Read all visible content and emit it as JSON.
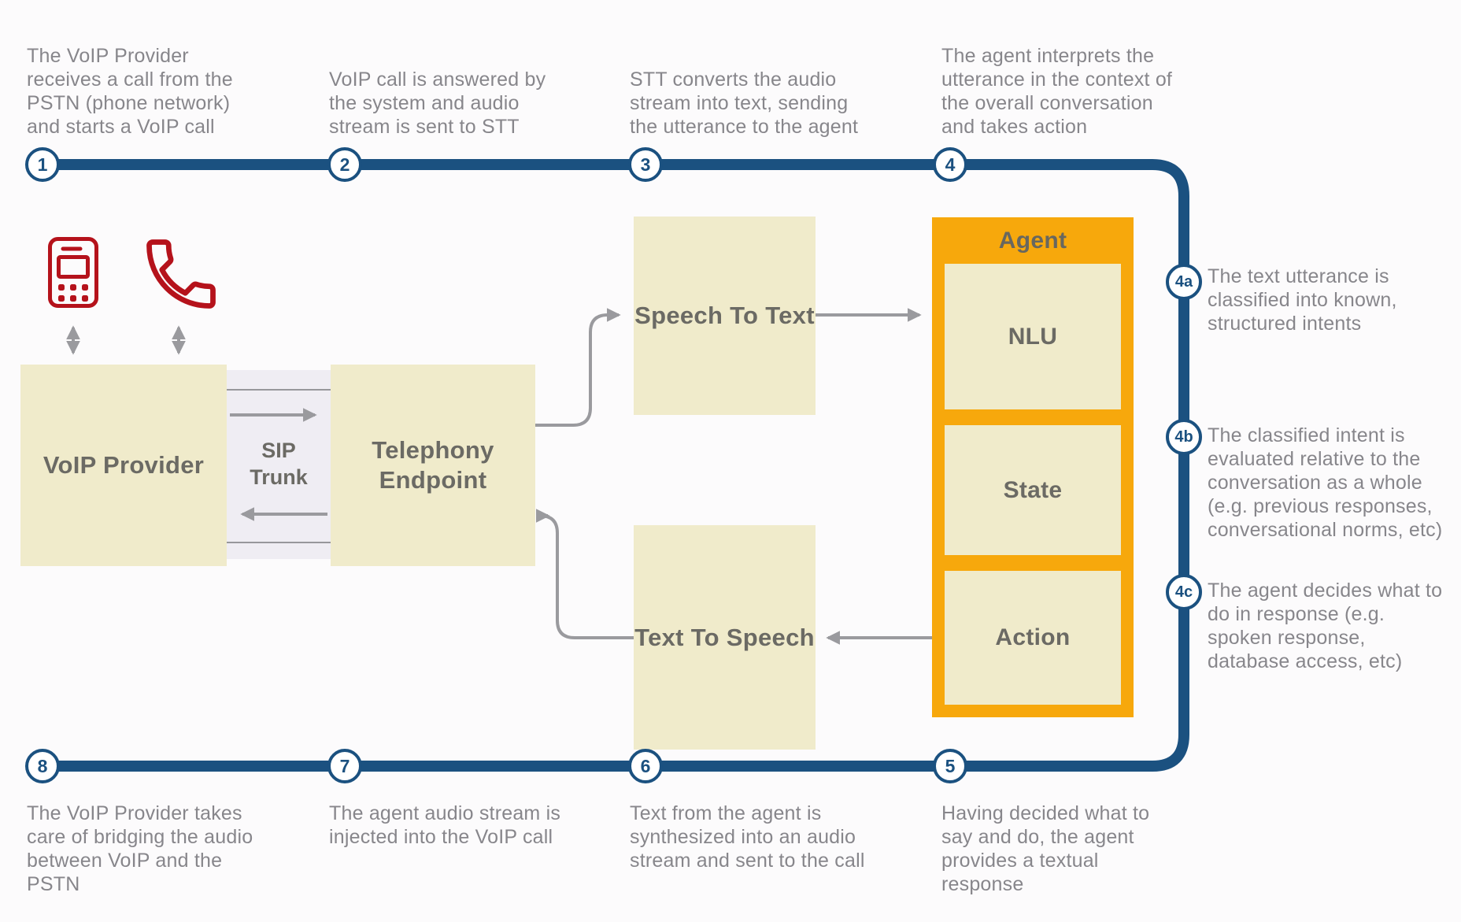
{
  "palette": {
    "navy": "#1b5180",
    "orange": "#f7a80c",
    "beige": "#f0ebcb",
    "band_gray": "#efedf3",
    "connector_gray": "#9a9a9e",
    "text_gray": "#87868b",
    "label_gray": "#6b6a64",
    "icon_red": "#b5121b"
  },
  "top_steps": [
    {
      "num": "1",
      "desc": "The VoIP Provider\nreceives a call from the\nPSTN (phone network)\nand starts a VoIP call"
    },
    {
      "num": "2",
      "desc": "VoIP call is answered by\nthe system and audio\nstream is sent to STT"
    },
    {
      "num": "3",
      "desc": "STT converts the audio\nstream into text, sending\nthe utterance to the agent"
    },
    {
      "num": "4",
      "desc": "The agent interprets the\nutterance in the context of\nthe overall conversation\nand takes action"
    }
  ],
  "bottom_steps": [
    {
      "num": "8",
      "desc": "The VoIP Provider takes\ncare of bridging the audio\nbetween VoIP and the\nPSTN"
    },
    {
      "num": "7",
      "desc": "The agent audio stream is\ninjected into the VoIP call"
    },
    {
      "num": "6",
      "desc": "Text from the agent is\nsynthesized into an audio\nstream and sent to the call"
    },
    {
      "num": "5",
      "desc": "Having decided what to\nsay and do, the agent\nprovides a textual\nresponse"
    }
  ],
  "side_steps": [
    {
      "num": "4a",
      "desc": "The text utterance is\nclassified into known,\nstructured intents"
    },
    {
      "num": "4b",
      "desc": "The classified intent is\nevaluated relative to the\nconversation as a whole\n(e.g. previous responses,\nconversational norms, etc)"
    },
    {
      "num": "4c",
      "desc": "The agent decides what to\ndo in response (e.g.\nspoken response,\ndatabase access, etc)"
    }
  ],
  "boxes": {
    "voip": "VoIP Provider",
    "sip": "SIP\nTrunk",
    "telephony": "Telephony\nEndpoint",
    "stt": "Speech To Text",
    "tts": "Text To Speech",
    "agent": "Agent",
    "nlu": "NLU",
    "state": "State",
    "action": "Action"
  },
  "icons": {
    "mobile_phone": "mobile-phone-icon",
    "handset": "phone-handset-icon"
  }
}
